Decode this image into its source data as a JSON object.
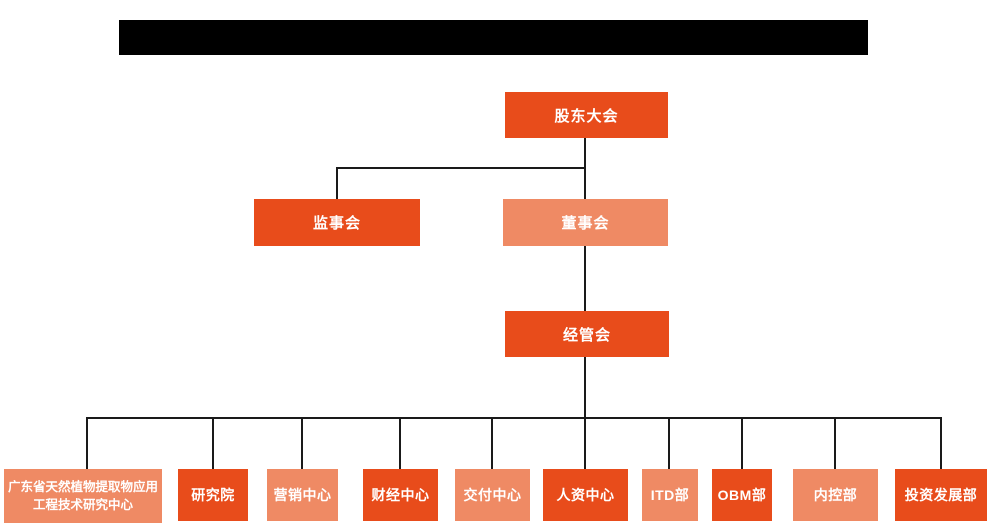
{
  "colors": {
    "primary_orange": "#e84c1b",
    "light_orange": "#ef8a64",
    "connector_line": "#1a1a1a",
    "box_text": "#ffffff",
    "redaction_black": "#000000"
  },
  "org_chart": {
    "type": "org-tree",
    "level1": {
      "label": "股东大会",
      "variant": "primary"
    },
    "level2": [
      {
        "label": "监事会",
        "variant": "primary"
      },
      {
        "label": "董事会",
        "variant": "light"
      }
    ],
    "level3": {
      "label": "经管会",
      "variant": "primary"
    },
    "departments": [
      {
        "label": "广东省天然植物提取物应用工程技术研究中心",
        "variant": "light"
      },
      {
        "label": "研究院",
        "variant": "primary"
      },
      {
        "label": "营销中心",
        "variant": "light"
      },
      {
        "label": "财经中心",
        "variant": "primary"
      },
      {
        "label": "交付中心",
        "variant": "light"
      },
      {
        "label": "人资中心",
        "variant": "primary"
      },
      {
        "label": "ITD部",
        "variant": "light"
      },
      {
        "label": "OBM部",
        "variant": "primary"
      },
      {
        "label": "内控部",
        "variant": "light"
      },
      {
        "label": "投资发展部",
        "variant": "primary"
      }
    ],
    "hierarchy": [
      {
        "parent": "股东大会",
        "children": [
          "监事会",
          "董事会"
        ]
      },
      {
        "parent": "董事会",
        "children": [
          "经管会"
        ]
      },
      {
        "parent": "经管会",
        "children": [
          "广东省天然植物提取物应用工程技术研究中心",
          "研究院",
          "营销中心",
          "财经中心",
          "交付中心",
          "人资中心",
          "ITD部",
          "OBM部",
          "内控部",
          "投资发展部"
        ]
      }
    ]
  }
}
